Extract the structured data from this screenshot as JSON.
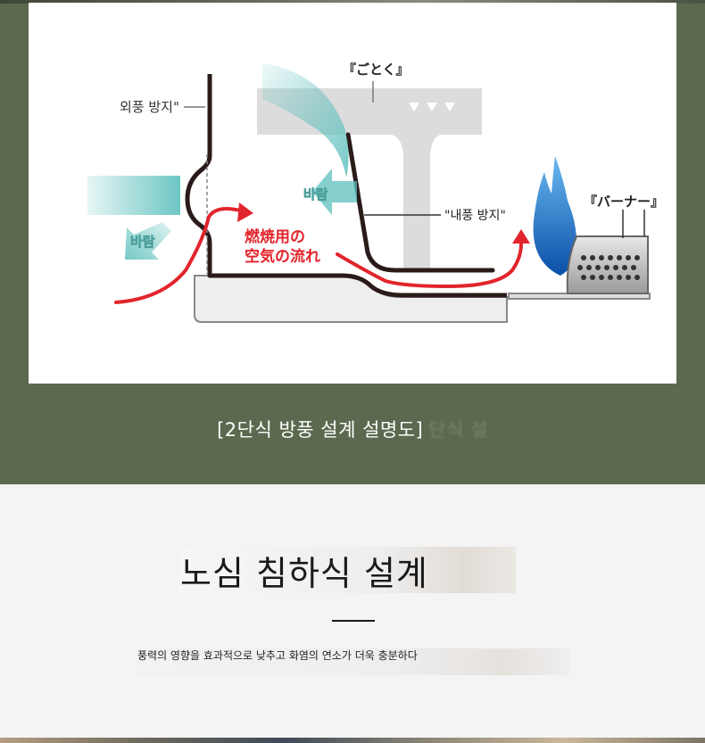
{
  "diagram": {
    "labels": {
      "outer_windbreak": "외풍 방지\"",
      "gotoku": "『ごとく』",
      "wind_left": "바람",
      "wind_center": "바람",
      "inner_windbreak": "\"내풍 방지\"",
      "burner": "『バーナー』",
      "airflow_line1": "燃焼用の",
      "airflow_line2": "空気の流れ"
    },
    "colors": {
      "airflow": "#e2242c",
      "wind": "#5cc0bd",
      "wall": "#2b1a1a",
      "gotoku": "#dcdcdc",
      "flame": "#1a73c8",
      "burner_body": "#9a9a9a"
    }
  },
  "caption": {
    "text": "[2단식 방풍 설계 설명도]",
    "ghost": "단식 설"
  },
  "section": {
    "heading": "노심 침하식 설계",
    "description": "풍력의 영향을 효과적으로 낮추고 화염의 연소가 더욱 충분하다"
  }
}
